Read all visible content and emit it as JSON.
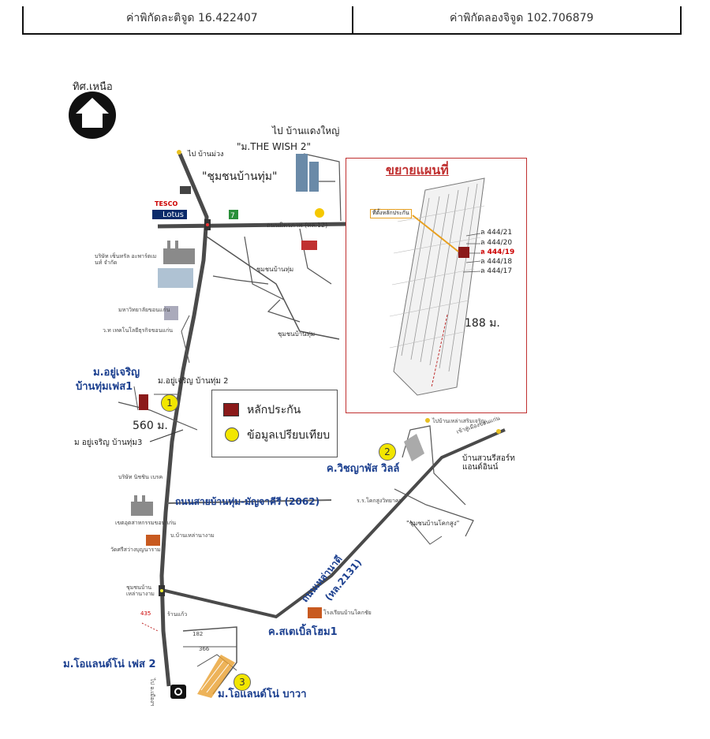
{
  "header": {
    "latitude": "ค่าพิกัดละติจูด 16.422407",
    "longitude": "ค่าพิกัดลองจิจูด 102.706879"
  },
  "compass": {
    "label": "ทิศ.เหนือ"
  },
  "labels": {
    "to_ban_daeng_yai": "ไป บ้านแดงใหญ่",
    "the_wish": "\"ม.THE WISH 2\"",
    "to_ban_muang": "ไป บ้านม่วง",
    "community_ban_thum": "\"ชุมชนบ้านทุ่ม\"",
    "tesco": "TESCO",
    "lotus": "Lotus",
    "ban_thum_community_small": "ชุมชนบ้านทุ่ม",
    "ban_thum_community_small2": "ชุมชนบ้านทุ่ม",
    "company_central": "บริษัท เซ็นทรัล อะพาร์ตเมนท์ จำกัด",
    "university": "มหาวิทยาลัยขอนแก่น",
    "tech_college": "ว.ท เทคโนโลยีธุรกิจขอนแก่น",
    "company_nissin": "บริษัท นิชชิน เบรค",
    "industrial": "เขตอุตสาหกรรมขอนแก่น",
    "wat": "วัดศรีสว่างบุญนาราม",
    "ban_lao_nang": "บ.บ้านเหล่านางาม",
    "ban_lao_nang_comm": "ชุมชนบ้านเหล่านางาม",
    "to_ban_saen_charoen": "ไปบ้านเหล่าเสริมเจริญ",
    "to_mueang_kk": "เข้าสู่เมืองขอนแก่น",
    "kok_sung_school": "ร.ร.โคกสูงวิทยาคม",
    "kok_sung_community": "\"ชุมชนบ้านโคกสูง\"",
    "ban_chok_chai": "โรงเรียนบ้านโคกชัย",
    "road_435": "435",
    "ban_kaeng": "ร้านแก้ว",
    "num_182": "182",
    "num_366": "366",
    "to_mueang_kk_south": "ไป อ.เมืองฯ"
  },
  "comparables": [
    {
      "id": "1",
      "name_line1": "ม.อยู่เจริญ",
      "name_line2": "บ้านทุ่มเฟส1",
      "extra1": "ม.อยู่เจริญ บ้านทุ่ม 2",
      "extra2": "ม อยู่เจริญ บ้านทุ่ม3",
      "distance": "560 ม."
    },
    {
      "id": "2",
      "name": "ค.วิชญาพัส วิลล์",
      "extra": "บ้านสวนรีสอร์ท แอนด์อินน์"
    },
    {
      "id": "3",
      "name": "ม.โอแลนด์โน่ บาวา",
      "extra": "ม.โอแลนด์โน่ เฟส 2"
    }
  ],
  "roads": {
    "ban_thum_manja": "ถนนสายบ้านทุ่ม-มัญจาคีรี (2062)",
    "lao_na_di_line1": "ถนนเหล่านาดี",
    "lao_na_di_line2": "(หล.2131)",
    "mittraphap": "ถนนมิตรภาพ (ทล.12)",
    "stable_home": "ค.สเตเบิ้ลโฮม1"
  },
  "legend": {
    "collateral": "หลักประกัน",
    "comparable": "ข้อมูลเปรียบเทียบ"
  },
  "inset": {
    "title": "ขยายแผนที่",
    "callout": "ที่ตั้งหลักประกัน",
    "distance": "188 ม.",
    "lots": [
      "ล 444/21",
      "ล 444/20",
      "ล 444/19",
      "ล 444/18",
      "ล 444/17"
    ]
  },
  "colors": {
    "collateral": "#8b1a1a",
    "comparable": "#f2e600",
    "road": "#4a4a4a",
    "inset_border": "#c03030",
    "label_blue": "#1b3f8f"
  }
}
